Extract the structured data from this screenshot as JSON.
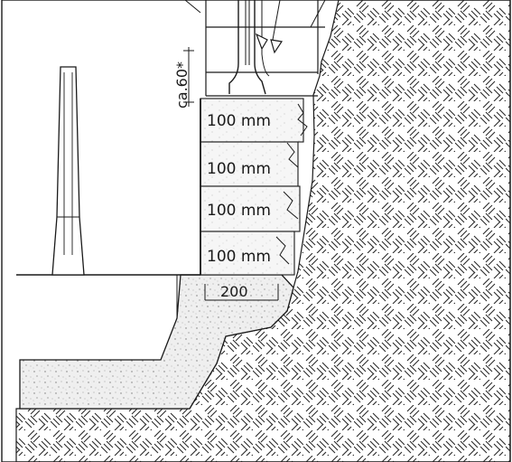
{
  "diagram": {
    "layer_labels": [
      "100 mm",
      "100 mm",
      "100 mm",
      "100 mm"
    ],
    "height_dimension": "ca.60*",
    "width_dimension": "200",
    "colors": {
      "ink": "#1a1a1a",
      "background": "#ffffff",
      "concrete_fill": "#efefef",
      "soil_hatch": "#2a2a2a"
    }
  }
}
